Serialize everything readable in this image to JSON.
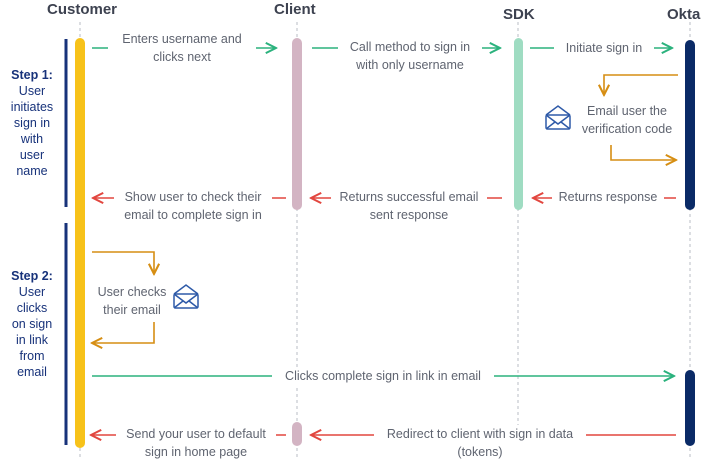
{
  "actors": {
    "customer": "Customer",
    "client": "Client",
    "sdk": "SDK",
    "okta": "Okta"
  },
  "steps": [
    {
      "title": "Step 1:",
      "lines": [
        "User",
        "initiates",
        "sign in",
        "with",
        "user",
        "name"
      ]
    },
    {
      "title": "Step 2:",
      "lines": [
        "User",
        "clicks",
        "on sign",
        "in link",
        "from",
        "email"
      ]
    }
  ],
  "messages": {
    "enter_username": [
      "Enters username and",
      "clicks next"
    ],
    "call_method": [
      "Call method to sign in",
      "with only username"
    ],
    "initiate_signin": [
      "Initiate sign in"
    ],
    "email_code": [
      "Email user the",
      "verification code"
    ],
    "show_check_email": [
      "Show user to check their",
      "email to complete sign in"
    ],
    "returns_success": [
      "Returns successful email",
      "sent response"
    ],
    "returns_response": [
      "Returns response"
    ],
    "user_checks": [
      "User checks",
      "their email"
    ],
    "clicks_link": [
      "Clicks complete sign in link in email"
    ],
    "send_home": [
      "Send your user to default",
      "sign in home page"
    ],
    "redirect_client": [
      "Redirect to client with sign in data",
      "(tokens)"
    ]
  },
  "icons": {
    "email_icon": "envelope-icon"
  },
  "colors": {
    "customer": "#f7c21a",
    "client": "#d3b4c3",
    "sdk": "#9fdcc2",
    "okta": "#0a2a66",
    "request": "#2bb27d",
    "response": "#e2463f",
    "internal": "#d68e13",
    "step_text": "#17327a",
    "lifeline": "#b8bcc4"
  }
}
